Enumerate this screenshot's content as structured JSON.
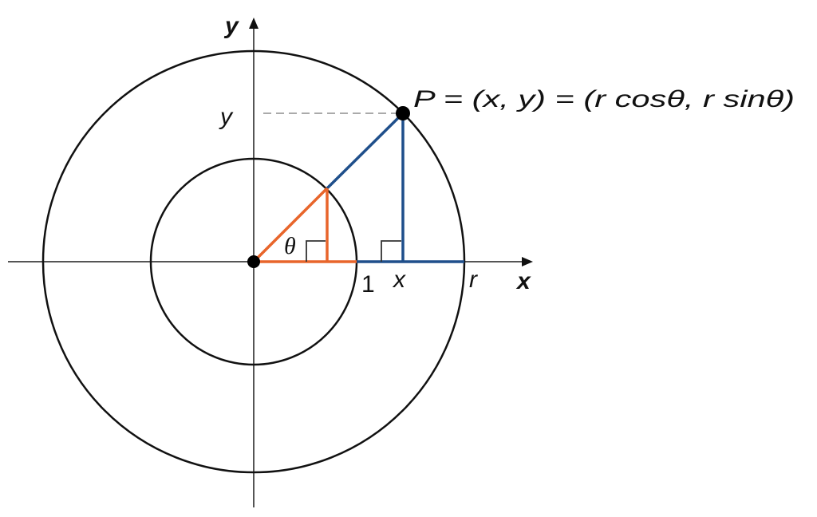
{
  "labels": {
    "y_axis": "y",
    "x_axis": "x",
    "y_tick": "y",
    "one_tick": "1",
    "x_tick": "x",
    "r_tick": "r",
    "theta": "θ",
    "point_formula": "P = (x, y) = (r cosθ, r sinθ)"
  },
  "colors": {
    "unit_triangle": "#e8652b",
    "large_triangle": "#1f4f8b",
    "axes": "#555555",
    "circles": "#111111",
    "dashed_guide": "#aaaaaa"
  }
}
